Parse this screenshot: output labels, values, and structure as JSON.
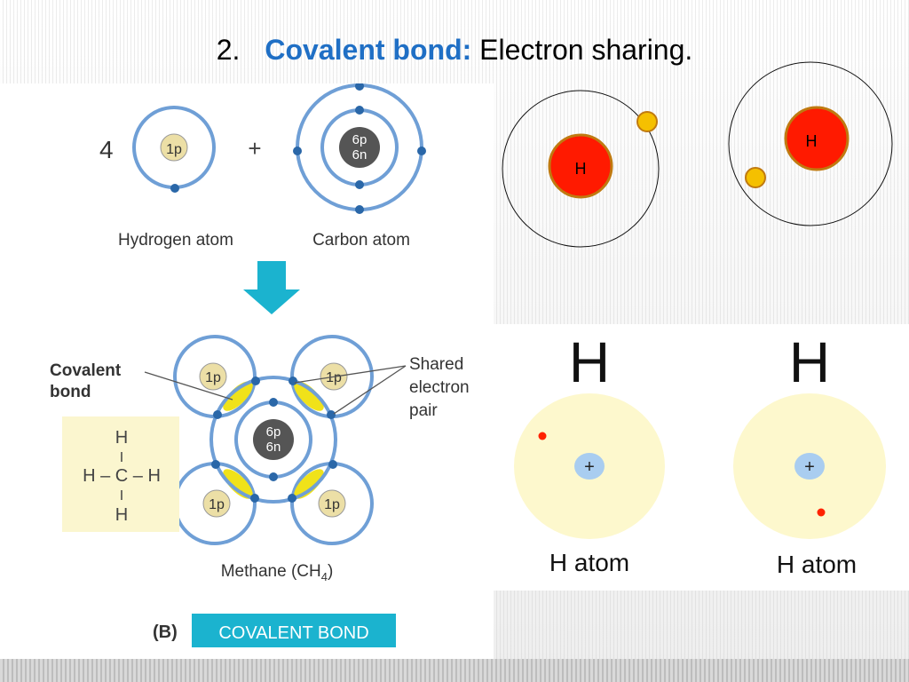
{
  "slide": {
    "number": "2.",
    "title_key": "Covalent bond:",
    "title_rest": "Electron sharing."
  },
  "panel_b": {
    "h_count": "4",
    "plus": "+",
    "proton_label": "1p",
    "carbon_nucleus_top": "6p",
    "carbon_nucleus_bottom": "6n",
    "hydrogen_caption": "Hydrogen atom",
    "carbon_caption": "Carbon atom",
    "covalent_bond_label_1": "Covalent",
    "covalent_bond_label_2": "bond",
    "shared_label_1": "Shared",
    "shared_label_2": "electron",
    "shared_label_3": "pair",
    "formula": {
      "top_h": "H",
      "top_bar": "I",
      "middle": "H – C – H",
      "bottom_bar": "I",
      "bottom_h": "H"
    },
    "methane_prefix": "Methane (CH",
    "methane_sub": "4",
    "methane_suffix": ")",
    "panel_letter": "(B)",
    "panel_title": "COVALENT BOND"
  },
  "orbit_diagram": {
    "left_atom_label": "H",
    "right_atom_label": "H"
  },
  "h_atoms": {
    "left_symbol": "H",
    "right_symbol": "H",
    "nucleus_sign": "+",
    "left_caption": "H atom",
    "right_caption": "H atom"
  },
  "colors": {
    "title_accent": "#1f6fc5",
    "orbit_blue": "#6f9fd6",
    "electron_blue": "#2a67a8",
    "proton_fill": "#ecdfa6",
    "carbon_nucleus": "#555555",
    "arrow_cyan": "#1bb3cf",
    "shared_yellow": "#f0e21a",
    "formula_bg": "#fbf6cf",
    "h_nucleus_red": "#ff1a00",
    "h_nucleus_ring": "#c07a10",
    "h_electron_gold": "#f5c000",
    "h_atom_cloud": "#fdf8cd",
    "h_atom_nucleus": "#a9cdf0",
    "h_atom_electron": "#ff2200"
  }
}
